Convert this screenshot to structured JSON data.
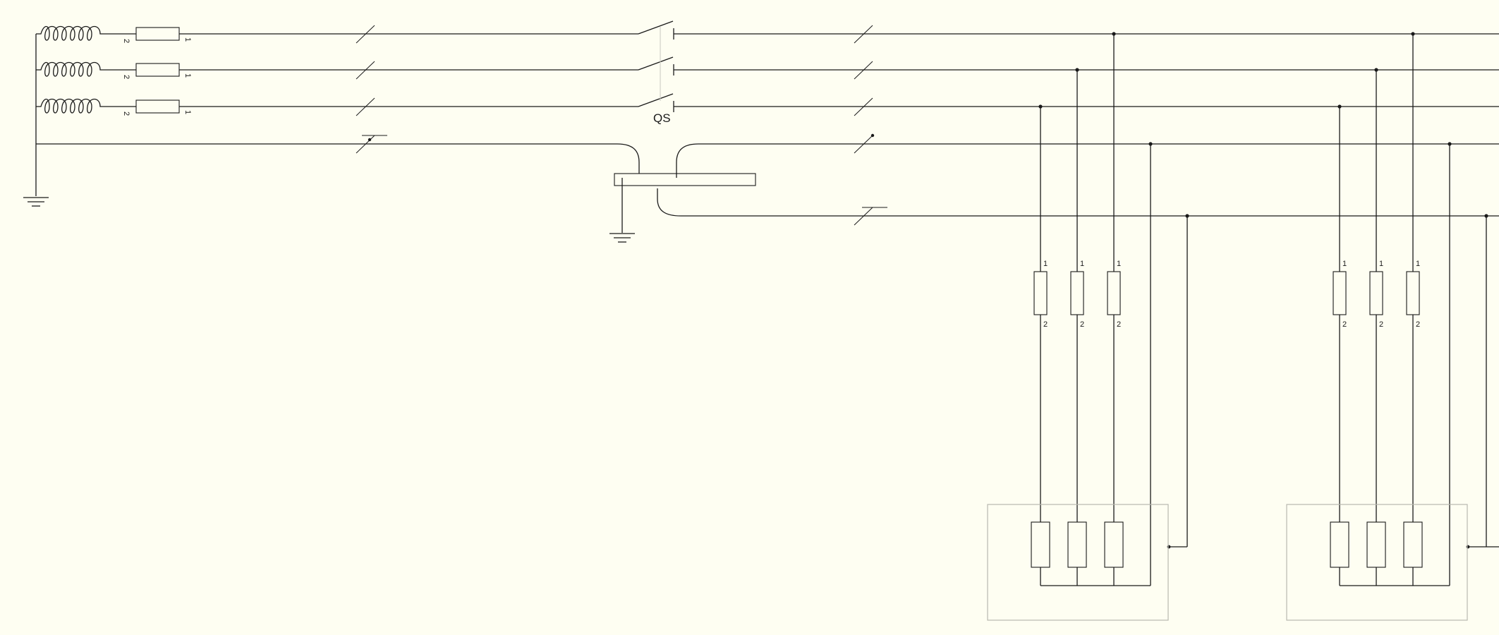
{
  "switch_label": "QS",
  "fuse_pins": {
    "top": "1",
    "bottom": "2"
  },
  "source_fuse_pins": {
    "left": "2",
    "right": "1"
  },
  "colors": {
    "background": "#fefef2",
    "line": "#1a1a1a",
    "enclosure": "#b8b8b0"
  }
}
